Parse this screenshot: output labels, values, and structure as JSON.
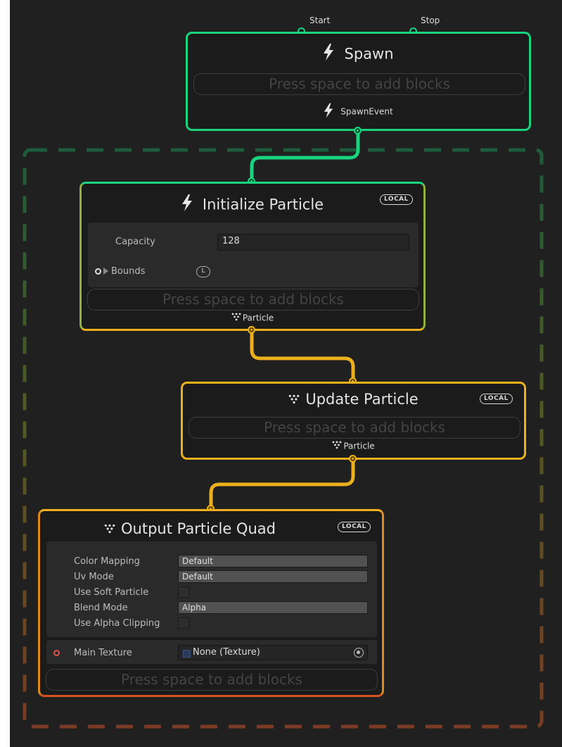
{
  "colors": {
    "spawn_accent": "#19d37f",
    "particle_accent": "#ebb01b",
    "output_accent": "#d6531e",
    "background": "#202020",
    "system_border_top": "#1d5c3a",
    "system_border_bottom": "#7a3b22"
  },
  "spawn": {
    "title": "Spawn",
    "icon": "lightning-icon",
    "inputs": {
      "start": "Start",
      "stop": "Stop"
    },
    "placeholder": "Press space to add blocks",
    "output_label": "SpawnEvent"
  },
  "initialize": {
    "title": "Initialize Particle",
    "icon": "lightning-icon",
    "badge": "LOCAL",
    "capacity_label": "Capacity",
    "capacity_value": "128",
    "bounds_label": "Bounds",
    "bounds_mode": "L",
    "placeholder": "Press space to add blocks",
    "output_label": "Particle"
  },
  "update": {
    "title": "Update Particle",
    "icon": "particle-icon",
    "badge": "LOCAL",
    "placeholder": "Press space to add blocks",
    "output_label": "Particle"
  },
  "output": {
    "title": "Output Particle Quad",
    "icon": "particle-icon",
    "badge": "LOCAL",
    "settings": {
      "color_mapping": {
        "label": "Color Mapping",
        "value": "Default"
      },
      "uv_mode": {
        "label": "Uv Mode",
        "value": "Default"
      },
      "use_soft_particle": {
        "label": "Use Soft Particle"
      },
      "blend_mode": {
        "label": "Blend Mode",
        "value": "Alpha"
      },
      "use_alpha_clipping": {
        "label": "Use Alpha Clipping"
      }
    },
    "main_texture_label": "Main Texture",
    "main_texture_value": "None (Texture)",
    "placeholder": "Press space to add blocks"
  }
}
